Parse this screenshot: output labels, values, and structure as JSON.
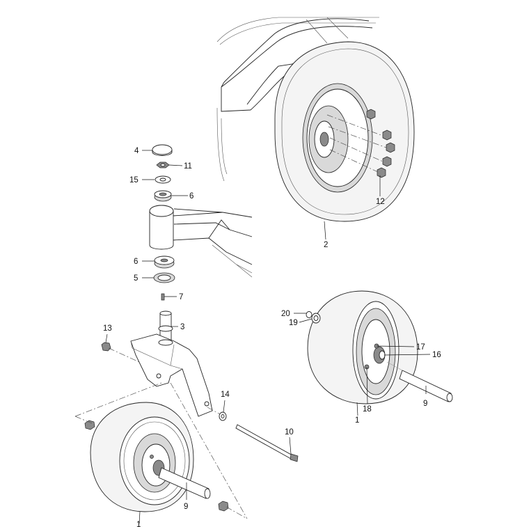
{
  "callouts": {
    "c4": "4",
    "c11": "11",
    "c15": "15",
    "c6_top": "6",
    "c6_bottom": "6",
    "c5": "5",
    "c7": "7",
    "c3": "3",
    "c13": "13",
    "c12": "12",
    "c2": "2",
    "c20": "20",
    "c19": "19",
    "c17": "17",
    "c16": "16",
    "c9_right": "9",
    "c1_right": "1",
    "c18": "18",
    "c14": "14",
    "c10": "10",
    "c9_left": "9",
    "c1_left": "1"
  }
}
